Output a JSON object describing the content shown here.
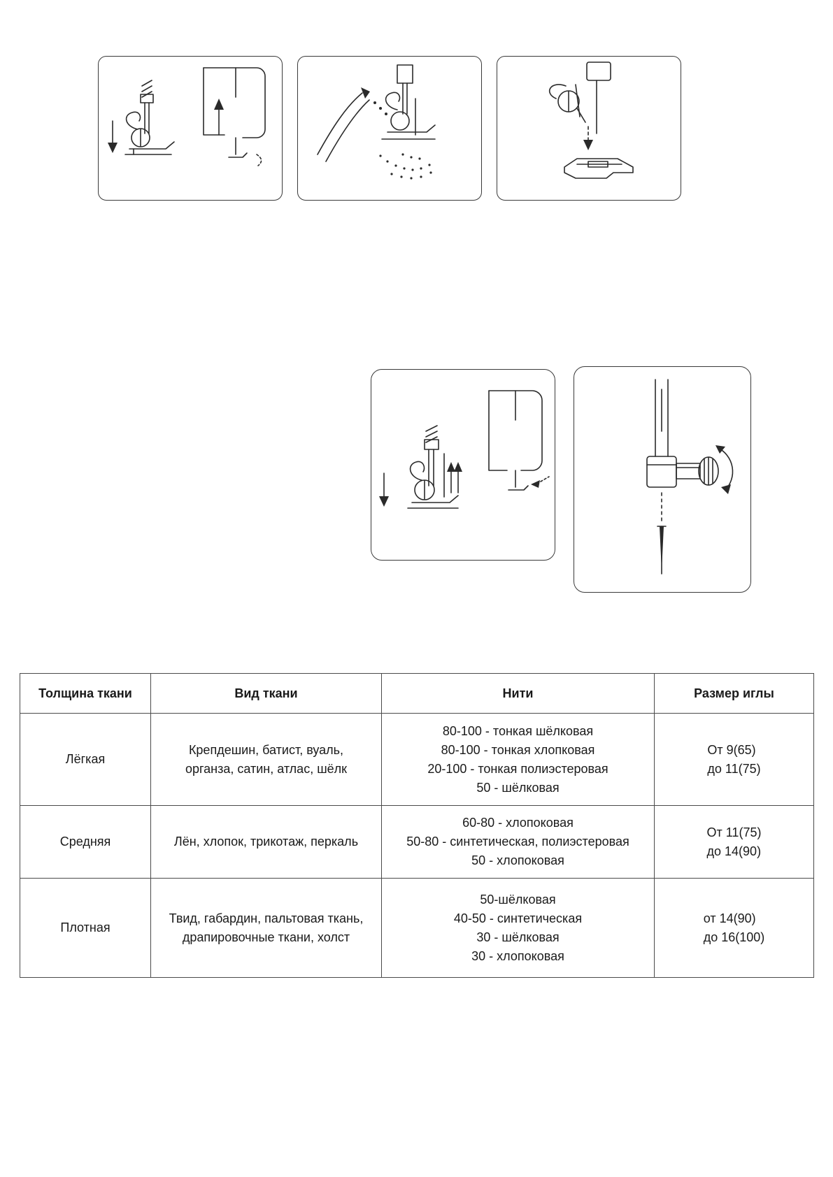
{
  "figures": [
    {
      "icon": "presser-foot-raise-lower-diagram"
    },
    {
      "icon": "fabric-removal-under-foot-diagram"
    },
    {
      "icon": "presser-foot-detach-diagram"
    },
    {
      "icon": "presser-foot-lower-diagram"
    },
    {
      "icon": "needle-clamp-screw-diagram"
    }
  ],
  "table": {
    "headers": [
      "Толщина ткани",
      "Вид ткани",
      "Нити",
      "Размер иглы"
    ],
    "rows": [
      {
        "thickness": "Лёгкая",
        "fabric": "Крепдешин, батист, вуаль,\nорганза, сатин, атлас, шёлк",
        "threads": "80-100 - тонкая шёлковая\n80-100 - тонкая хлопковая\n20-100 - тонкая полиэстеровая\n50 - шёлковая",
        "needle_size": "От 9(65)\nдо 11(75)"
      },
      {
        "thickness": "Средняя",
        "fabric": "Лён, хлопок, трикотаж, перкаль",
        "threads": "60-80 - хлопоковая\n50-80 - синтетическая, полиэстеровая\n50 - хлопоковая",
        "needle_size": "От 11(75)\nдо 14(90)"
      },
      {
        "thickness": "Плотная",
        "fabric": "Твид, габардин, пальтовая ткань,\nдрапировочные ткани, холст",
        "threads": "50-шёлковая\n40-50 - синтетическая\n30 - шёлковая\n30 - хлопоковая",
        "needle_size": "от 14(90)\nдо 16(100)"
      }
    ]
  }
}
